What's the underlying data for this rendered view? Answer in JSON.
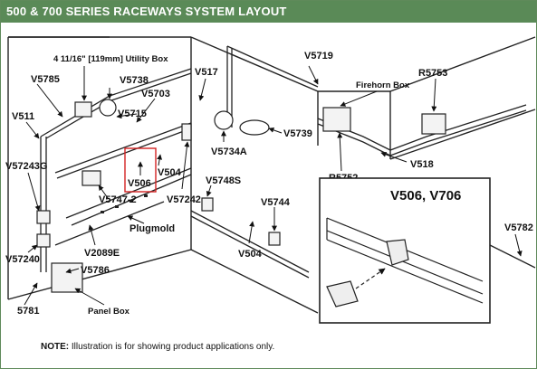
{
  "header": {
    "title": "500 & 700 SERIES RACEWAYS SYSTEM LAYOUT"
  },
  "labels": {
    "utility_box": "4 11/16\" [119mm] Utility Box",
    "v5785": "V5785",
    "v5738": "V5738",
    "v5703": "V5703",
    "v5715": "V5715",
    "v517": "V517",
    "v5719": "V5719",
    "firehorn_box": "Firehorn Box",
    "r5753": "R5753",
    "v511": "V511",
    "v5734a": "V5734A",
    "v5739": "V5739",
    "r5752": "R5752",
    "v518": "V518",
    "v57243g": "V57243G",
    "v506": "V506",
    "v504_a": "V504",
    "v5748s": "V5748S",
    "v5744": "V5744",
    "v5747_2": "V5747-2",
    "v57242": "V57242",
    "plugmold": "Plugmold",
    "v2089e": "V2089E",
    "v5786": "V5786",
    "v504_b": "V504",
    "v57240": "V57240",
    "v5782": "V5782",
    "v5781": "5781",
    "panel_box": "Panel Box"
  },
  "inset": {
    "title": "V506, V706"
  },
  "note": {
    "prefix": "NOTE:",
    "text": " Illustration is for showing product applications only."
  },
  "colors": {
    "header": "#5a8a57",
    "highlight": "#d22222",
    "line": "#222222"
  }
}
